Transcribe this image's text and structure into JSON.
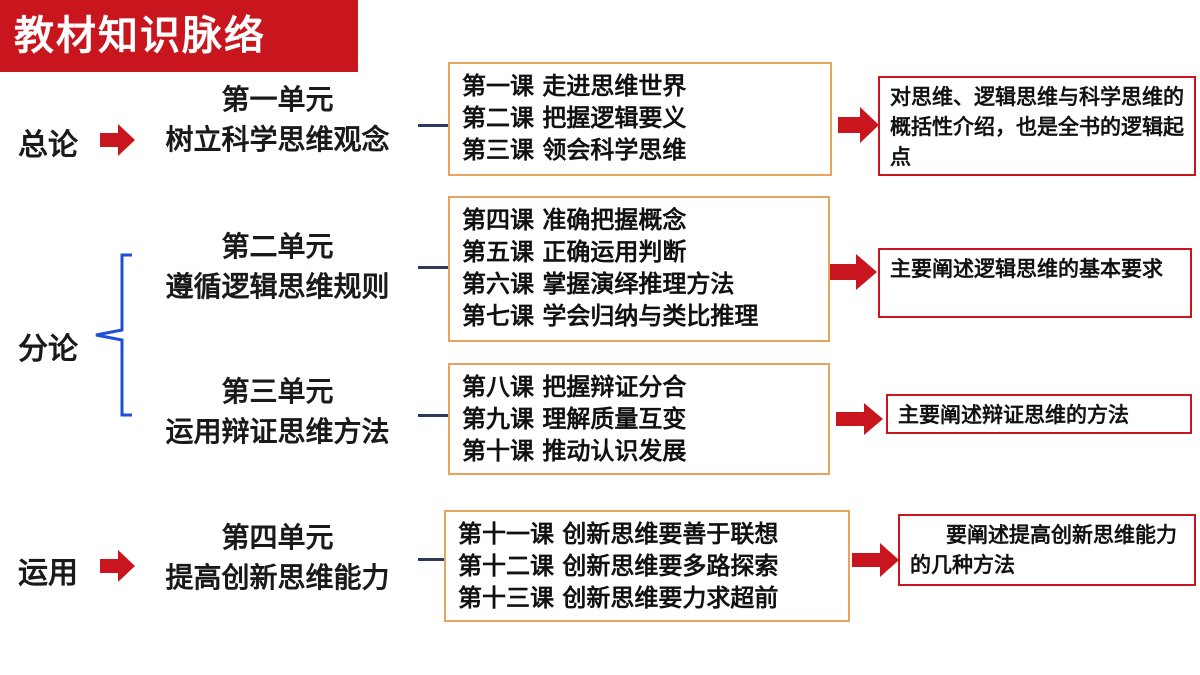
{
  "title": "教材知识脉络",
  "sections": {
    "general": "总论",
    "parts": "分论",
    "application": "运用"
  },
  "units": [
    {
      "name": "第一单元",
      "subtitle": "树立科学思维观念",
      "lessons": [
        "第一课  走进思维世界",
        "第二课  把握逻辑要义",
        "第三课  领会科学思维"
      ],
      "summary": "对思维、逻辑思维与科学思维的概括性介绍，也是全书的逻辑起点"
    },
    {
      "name": "第二单元",
      "subtitle": "遵循逻辑思维规则",
      "lessons": [
        "第四课  准确把握概念",
        "第五课  正确运用判断",
        "第六课  掌握演绎推理方法",
        "第七课  学会归纳与类比推理"
      ],
      "summary": "主要阐述逻辑思维的基本要求"
    },
    {
      "name": "第三单元",
      "subtitle": "运用辩证思维方法",
      "lessons": [
        "第八课  把握辩证分合",
        "第九课  理解质量互变",
        "第十课  推动认识发展"
      ],
      "summary": "主要阐述辩证思维的方法"
    },
    {
      "name": "第四单元",
      "subtitle": "提高创新思维能力",
      "lessons": [
        "第十一课  创新思维要善于联想",
        "第十二课  创新思维要多路探索",
        "第十三课  创新思维要力求超前"
      ],
      "summary": "要阐述提高创新思维能力的几种方法"
    }
  ],
  "colors": {
    "accent": "#c9151e",
    "lesson_border": "#e8a45c",
    "brace": "#1f4fd6",
    "connector": "#2f3a5a"
  }
}
